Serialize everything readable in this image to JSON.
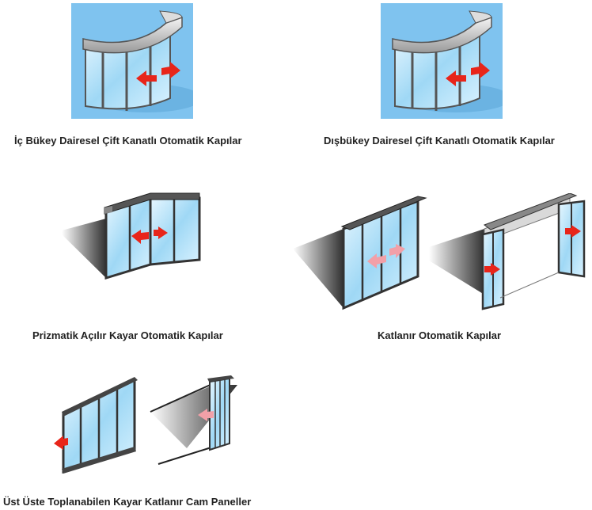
{
  "products": [
    {
      "caption": "İç Bükey Dairesel Çift Kanatlı Otomatik Kapılar"
    },
    {
      "caption": "Dışbükey Dairesel Çift Kanatlı Otomatik Kapılar"
    },
    {
      "caption": "Prizmatik Açılır Kayar Otomatik Kapılar"
    },
    {
      "caption": "Katlanır Otomatik Kapılar"
    },
    {
      "caption": "Üst Üste Toplanabilen Kayar Katlanır Cam Paneller"
    }
  ],
  "colors": {
    "sky": "#7fc3ef",
    "glass": "#bfe6f8",
    "arrow": "#e8251a",
    "arrow_light": "#f2a0a8",
    "frame": "#3c3c3c"
  }
}
